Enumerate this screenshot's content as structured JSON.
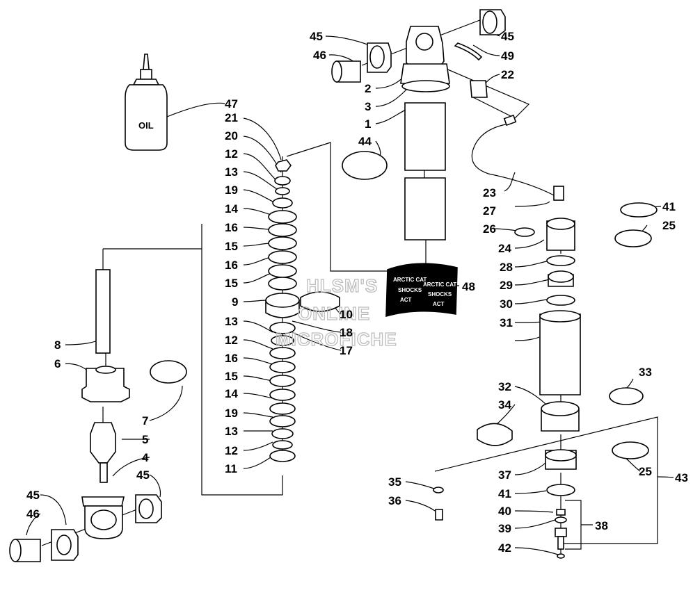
{
  "parts_left": [
    "47",
    "21",
    "20",
    "12",
    "13",
    "19",
    "14",
    "16",
    "15",
    "16",
    "15",
    "9",
    "13",
    "12",
    "16",
    "15",
    "14",
    "19",
    "13",
    "12",
    "11"
  ],
  "parts_right": [
    "45",
    "49",
    "22",
    "10",
    "18",
    "17",
    "41",
    "25",
    "28",
    "29",
    "30",
    "31",
    "33",
    "25",
    "43"
  ],
  "parts_misc": [
    "45",
    "46",
    "2",
    "3",
    "1",
    "44",
    "23",
    "27",
    "26",
    "24",
    "48",
    "32",
    "34",
    "37",
    "41",
    "40",
    "39",
    "38",
    "42",
    "35",
    "36",
    "8",
    "6",
    "7",
    "5",
    "4",
    "45",
    "45",
    "46"
  ],
  "oil_label": "OIL",
  "decal_text": [
    "ARCTIC CAT",
    "SHOCKS",
    "ACT"
  ],
  "watermark": [
    "HLSM'S",
    "ONLINE",
    "MICROFICHE"
  ]
}
